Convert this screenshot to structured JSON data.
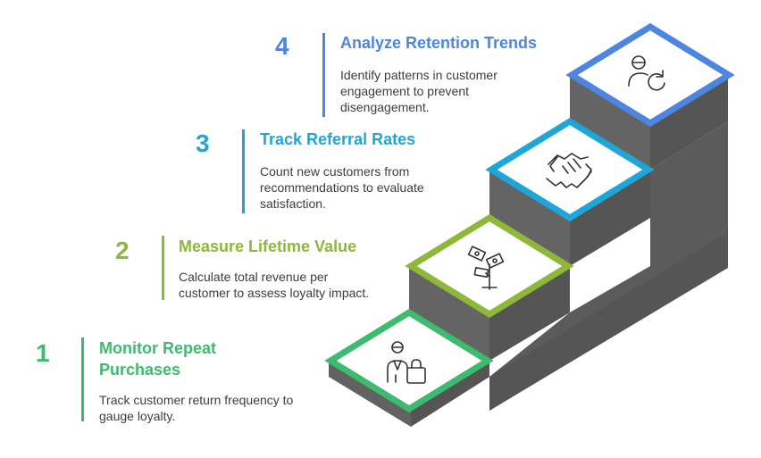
{
  "steps": [
    {
      "number": "1",
      "title_line1": "Monitor Repeat",
      "title_line2": "Purchases",
      "desc_line1": "Track customer return frequency to",
      "desc_line2": "gauge loyalty.",
      "desc_line3": "",
      "color": "#3dbb6f",
      "icon": "customer-shopping-bag-icon"
    },
    {
      "number": "2",
      "title_line1": "Measure Lifetime Value",
      "desc_line1": "Calculate total revenue per",
      "desc_line2": "customer to assess loyalty impact.",
      "desc_line3": "",
      "color": "#8db838",
      "icon": "money-plant-icon"
    },
    {
      "number": "3",
      "title_line1": "Track Referral Rates",
      "desc_line1": "Count new customers from",
      "desc_line2": "recommendations to evaluate",
      "desc_line3": "satisfaction.",
      "color": "#1ea7d6",
      "icon": "handshake-icon"
    },
    {
      "number": "4",
      "title_line1": "Analyze Retention Trends",
      "desc_line1": "Identify patterns in customer",
      "desc_line2": "engagement to prevent",
      "desc_line3": "disengagement.",
      "color": "#4c86e0",
      "icon": "user-refresh-icon"
    }
  ],
  "stair_colors": {
    "side_dark": "#5b5b5b",
    "side_mid": "#6b6b6b",
    "plate_fill": "#ffffff"
  }
}
